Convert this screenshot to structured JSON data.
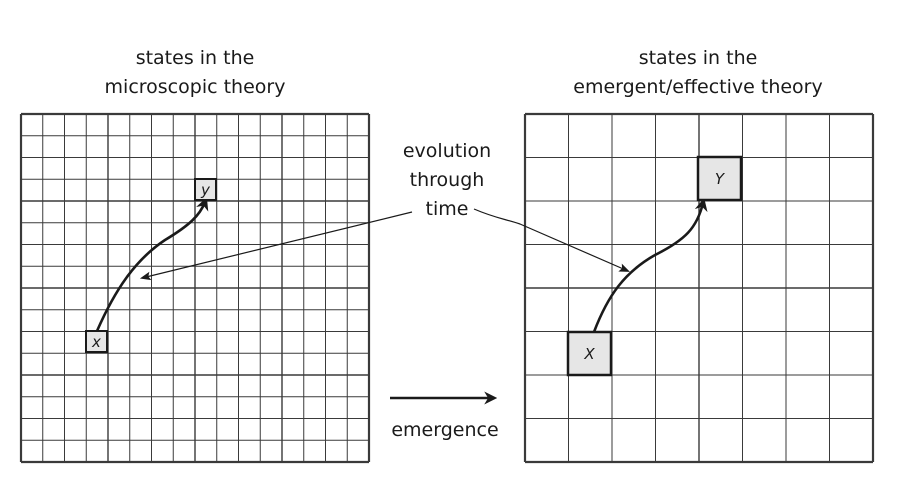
{
  "left_panel": {
    "title_line1": "states in the",
    "title_line2": "microscopic theory",
    "start_state": "x",
    "end_state": "y"
  },
  "right_panel": {
    "title_line1": "states in the",
    "title_line2": "emergent/effective theory",
    "start_state": "X",
    "end_state": "Y"
  },
  "annotation": {
    "line1": "evolution",
    "line2": "through",
    "line3": "time"
  },
  "emergence_label": "emergence",
  "colors": {
    "ink": "#1a1a1a",
    "grid": "#3a3a3a",
    "state_fill": "#e6e6e6"
  }
}
